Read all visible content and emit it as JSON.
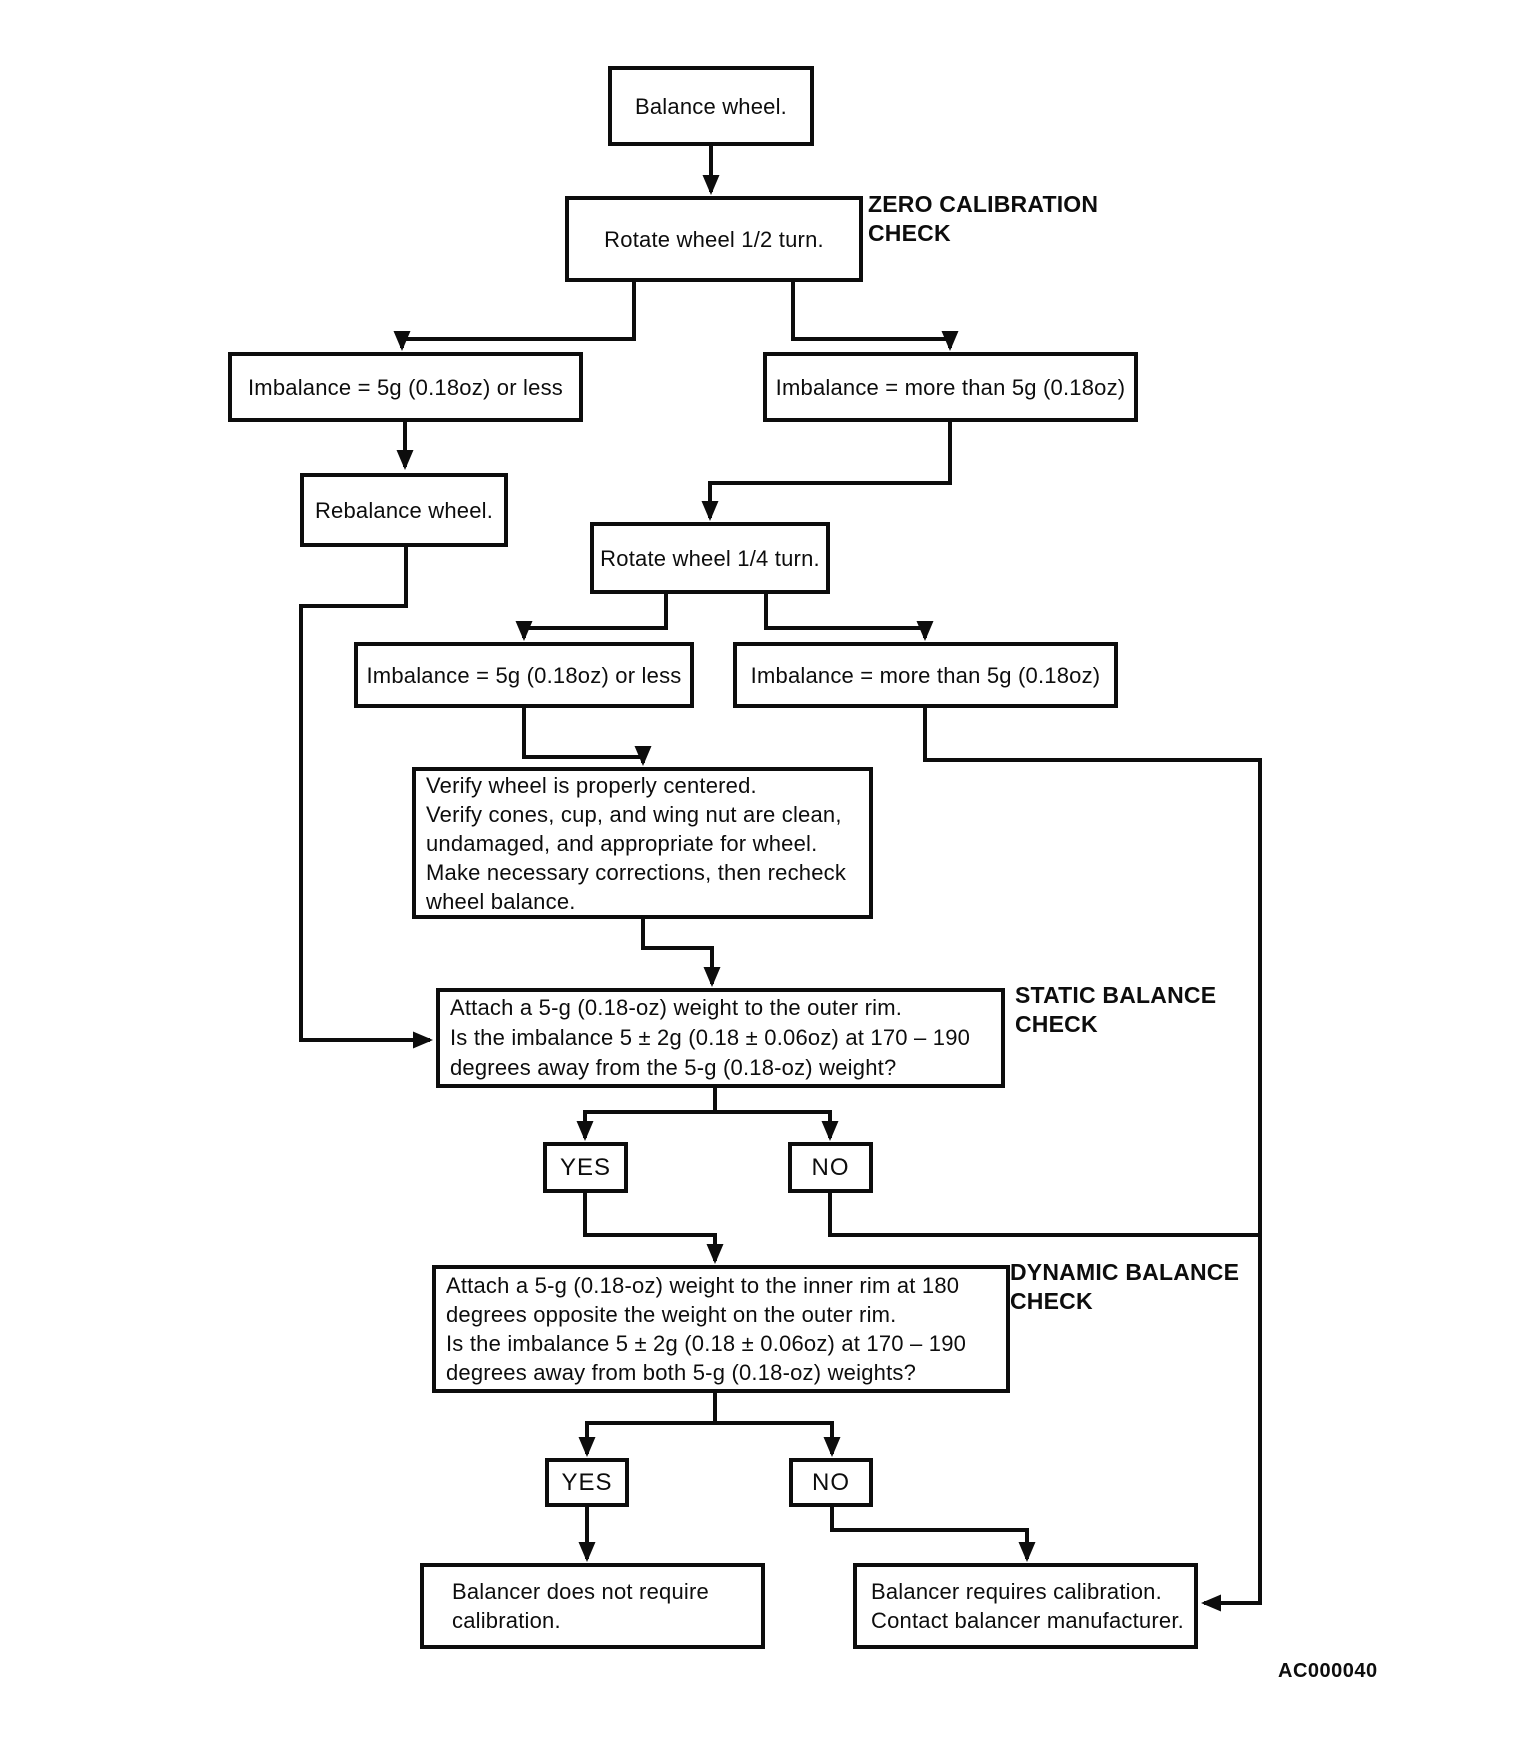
{
  "diagram": {
    "title_implicit": "Wheel balancer calibration check flowchart",
    "figure_id": "AC000040",
    "nodes": {
      "balance_wheel": "Balance wheel.",
      "rotate_half": "Rotate wheel 1/2 turn.",
      "imbalance_less_1": "Imbalance = 5g (0.18oz) or less",
      "imbalance_more_1": "Imbalance = more than 5g (0.18oz)",
      "rebalance": "Rebalance wheel.",
      "rotate_quarter": "Rotate wheel 1/4 turn.",
      "imbalance_less_2": "Imbalance = 5g (0.18oz) or less",
      "imbalance_more_2": "Imbalance = more than 5g (0.18oz)",
      "verify": "Verify wheel is properly centered.\nVerify cones, cup, and wing nut are clean,\nundamaged, and appropriate for wheel.\nMake necessary corrections, then recheck\nwheel balance.",
      "static_check": "Attach a 5-g (0.18-oz) weight to the outer rim.\nIs the imbalance 5 ± 2g (0.18 ± 0.06oz) at 170 – 190\ndegrees away from the 5-g (0.18-oz) weight?",
      "yes_1": "YES",
      "no_1": "NO",
      "dynamic_check": "Attach a 5-g (0.18-oz) weight to the inner rim at 180\ndegrees opposite the weight on the outer rim.\nIs the imbalance 5 ± 2g (0.18 ± 0.06oz) at 170 – 190\ndegrees away from both 5-g (0.18-oz) weights?",
      "yes_2": "YES",
      "no_2": "NO",
      "no_calibration": "Balancer does not require\ncalibration.",
      "requires_calibration": "Balancer requires calibration.\nContact balancer manufacturer."
    },
    "labels": {
      "zero_calibration": "ZERO CALIBRATION\nCHECK",
      "static_balance": "STATIC BALANCE\nCHECK",
      "dynamic_balance": "DYNAMIC BALANCE\nCHECK"
    },
    "colors": {
      "ink": "#0d0d0d",
      "paper": "#ffffff"
    }
  }
}
